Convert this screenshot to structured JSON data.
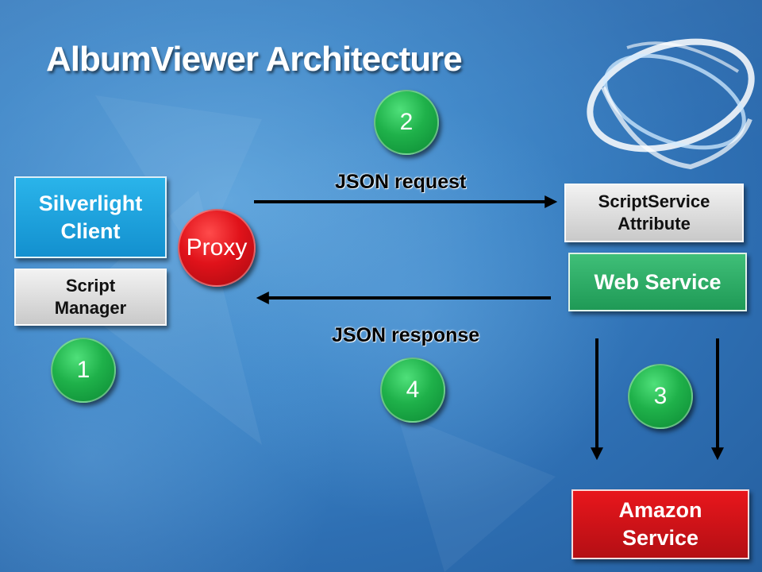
{
  "title": "AlbumViewer Architecture",
  "components": {
    "silverlight_client": [
      "Silverlight",
      "Client"
    ],
    "script_manager": [
      "Script",
      "Manager"
    ],
    "proxy": "Proxy",
    "script_service_attribute": [
      "ScriptService",
      "Attribute"
    ],
    "web_service": "Web Service",
    "amazon_service": [
      "Amazon",
      "Service"
    ]
  },
  "steps": {
    "step1": "1",
    "step2": "2",
    "step3": "3",
    "step4": "4"
  },
  "labels": {
    "json_request": "JSON request",
    "json_response": "JSON response"
  },
  "colors": {
    "client_blue": "#1ea2df",
    "service_green": "#2aa864",
    "amazon_red": "#d4111a",
    "step_green": "#1fb14a",
    "proxy_red": "#e0121a"
  }
}
